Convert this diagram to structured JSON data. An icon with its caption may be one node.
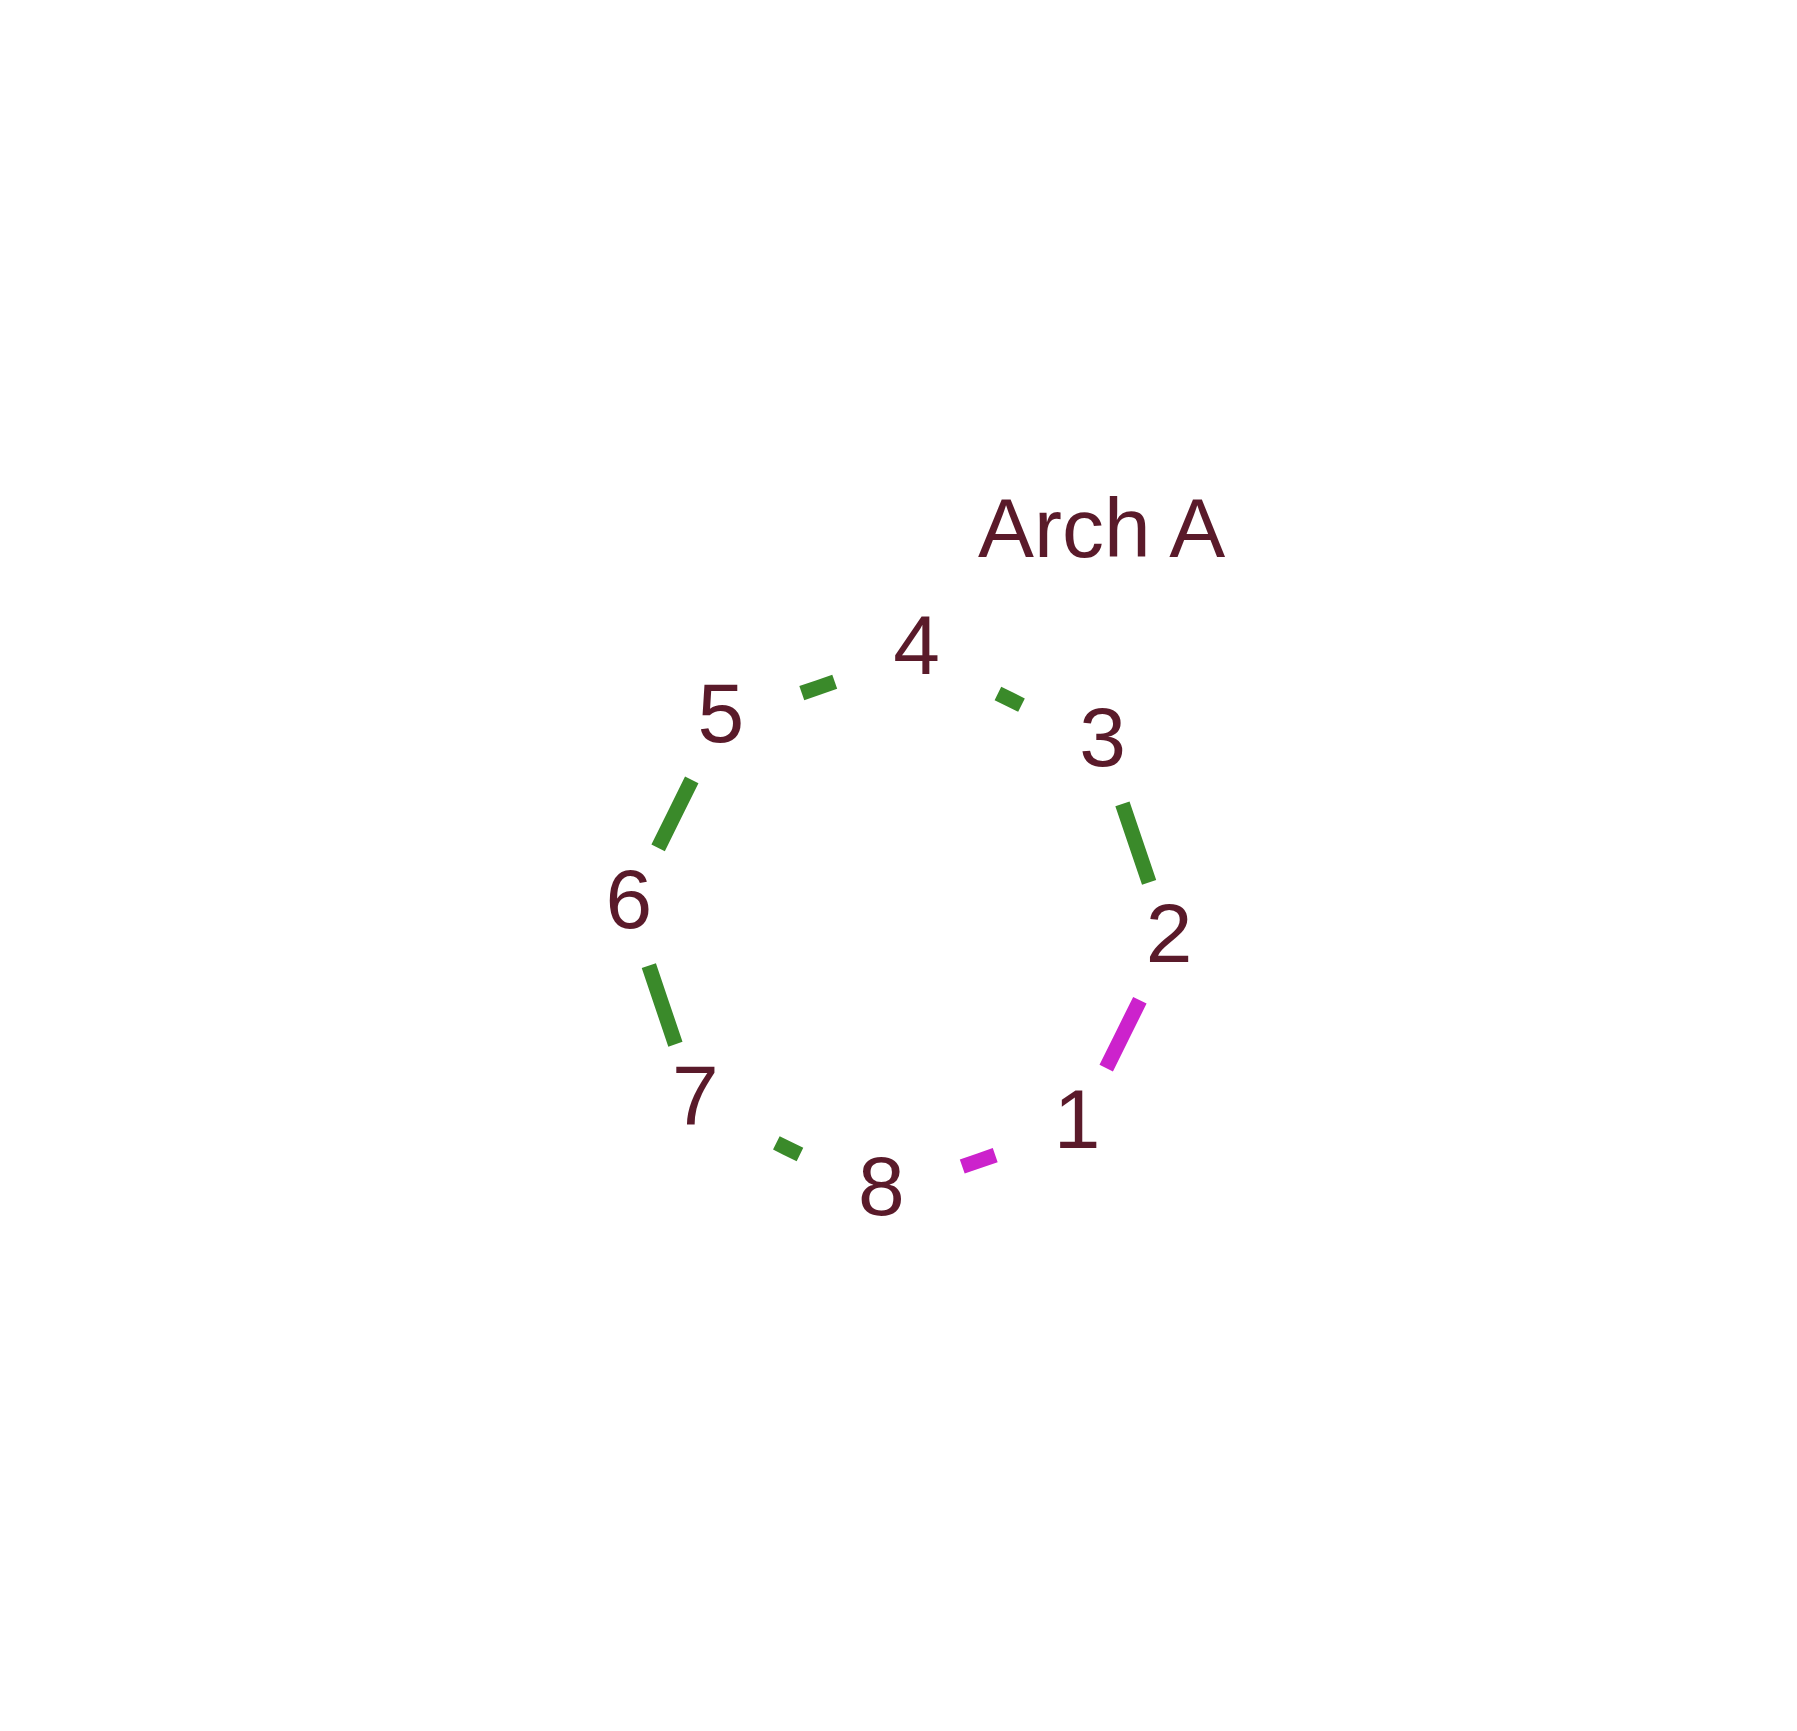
{
  "diagram": {
    "title": "Arch A",
    "nodes": [
      {
        "text": [
          "1"
        ]
      },
      {
        "text": [
          "2"
        ]
      },
      {
        "text": [
          "3"
        ]
      },
      {
        "text": [
          "4"
        ]
      },
      {
        "text": [
          "5"
        ]
      },
      {
        "text": [
          "6"
        ]
      },
      {
        "text": [
          "7"
        ]
      },
      {
        "text": [
          "8"
        ]
      }
    ],
    "edges": [
      {
        "from": 0,
        "to": 1,
        "arrow": "none",
        "color": "#cc22cc"
      },
      {
        "from": 0,
        "to": 7,
        "arrow": "none",
        "color": "#cc22cc"
      },
      {
        "from": 1,
        "to": 2,
        "arrow": "none"
      },
      {
        "from": 2,
        "to": 3,
        "arrow": "none"
      },
      {
        "from": 3,
        "to": 4,
        "arrow": "none"
      },
      {
        "from": 4,
        "to": 5,
        "arrow": "none"
      },
      {
        "from": 5,
        "to": 6,
        "arrow": "none"
      },
      {
        "from": 6,
        "to": 7,
        "arrow": "none"
      }
    ]
  }
}
